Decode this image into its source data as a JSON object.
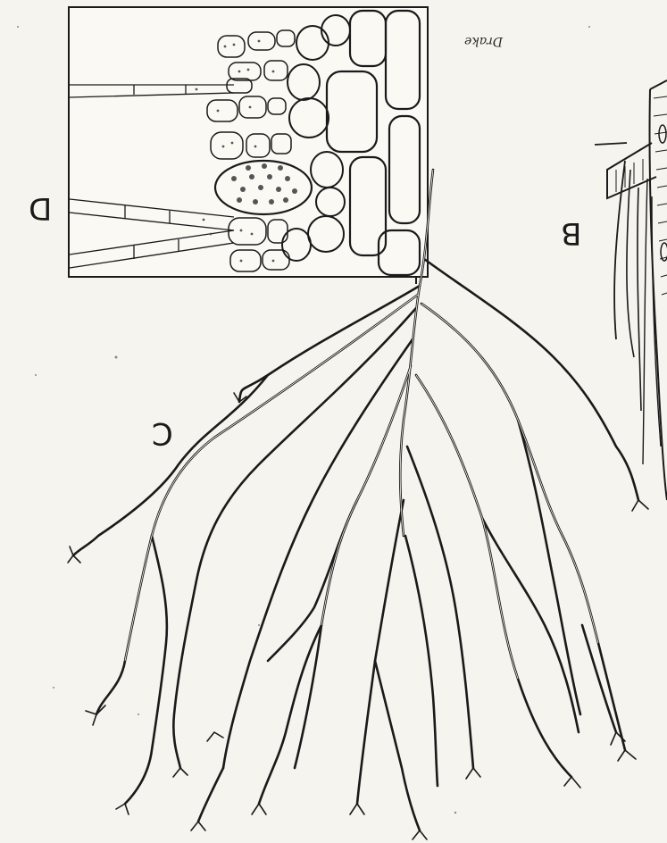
{
  "figure": {
    "labels": {
      "c": "C",
      "b": "B",
      "d": "D"
    },
    "handwriting": "Drake"
  },
  "colors": {
    "ink": "#1a1a1a",
    "paper": "#f6f4ee",
    "stipple": "#555555"
  }
}
